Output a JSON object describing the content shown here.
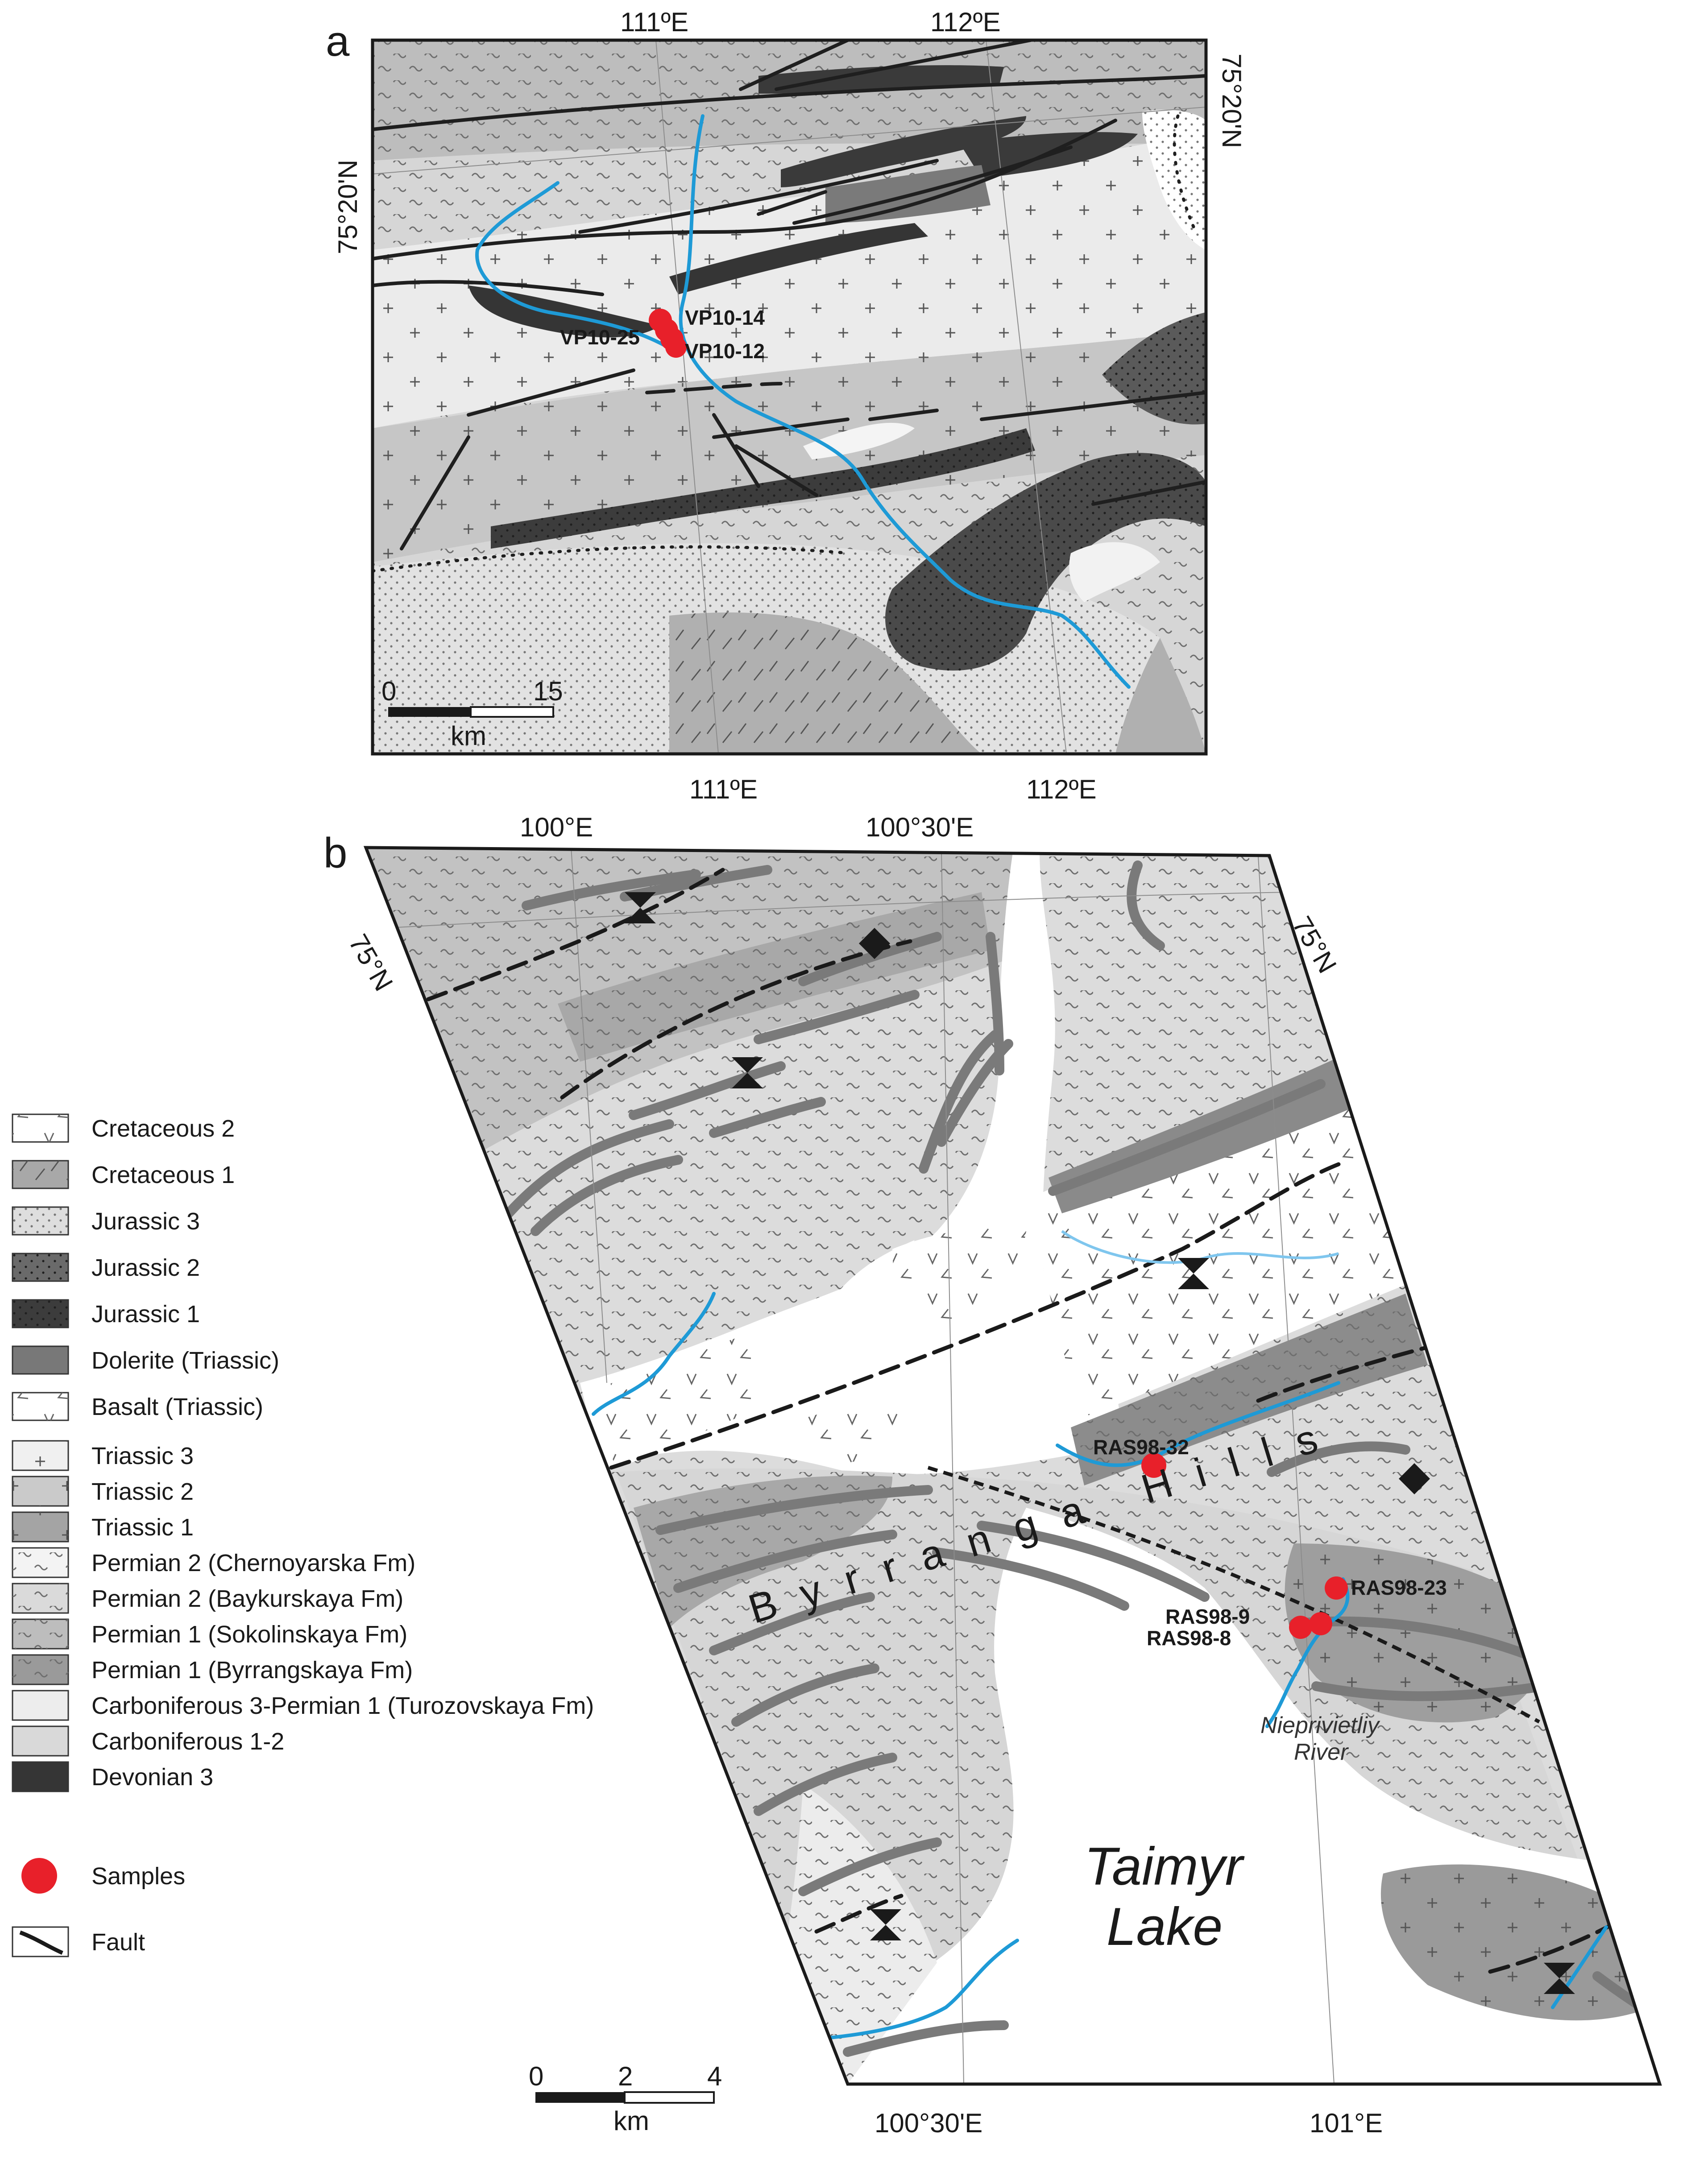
{
  "panel_a": {
    "letter": "a",
    "top_ticks": [
      "111ºE",
      "112ºE"
    ],
    "bottom_ticks": [
      "111ºE",
      "112ºE"
    ],
    "left_lat": "75°20'N",
    "right_lat": "75°20'N",
    "samples": [
      "VP10-14",
      "VP10-25",
      "VP10-12"
    ],
    "scale": {
      "zero": "0",
      "max": "15",
      "unit": "km"
    }
  },
  "panel_b": {
    "letter": "b",
    "top_ticks": [
      "100°E",
      "100°30'E"
    ],
    "bottom_ticks": [
      "100°30'E",
      "101°E"
    ],
    "left_lat": "75°N",
    "right_lat": "75°N",
    "samples": [
      "RAS98-32",
      "RAS98-23",
      "RAS98-9",
      "RAS98-8"
    ],
    "hills_label": "Byrranga Hills",
    "river_label_1": "Nieprivietliy",
    "river_label_2": "River",
    "lake_label_1": "Taimyr",
    "lake_label_2": "Lake",
    "scale": {
      "zero": "0",
      "mid": "2",
      "max": "4",
      "unit": "km"
    }
  },
  "legend": {
    "items": [
      {
        "label": "Cretaceous 2",
        "fill": "#ffffff",
        "pattern": "vees"
      },
      {
        "label": "Cretaceous 1",
        "fill": "#a8a8a8",
        "pattern": "slash"
      },
      {
        "label": "Jurassic 3",
        "fill": "#dedede",
        "pattern": "dots"
      },
      {
        "label": "Jurassic 2",
        "fill": "#6a6a6a",
        "pattern": "dots-dark"
      },
      {
        "label": "Jurassic 1",
        "fill": "#3c3c3c",
        "pattern": "dots-dark"
      },
      {
        "label": "Dolerite (Triassic)",
        "fill": "#787878",
        "pattern": "none"
      },
      {
        "label": "Basalt (Triassic)",
        "fill": "#ffffff",
        "pattern": "vees"
      },
      {
        "label": "Triassic 3",
        "fill": "#f0f0f0",
        "pattern": "plus"
      },
      {
        "label": "Triassic 2",
        "fill": "#cacaca",
        "pattern": "plus"
      },
      {
        "label": "Triassic 1",
        "fill": "#a4a4a4",
        "pattern": "plus"
      },
      {
        "label": "Permian 2 (Chernoyarska Fm)",
        "fill": "#f3f3f3",
        "pattern": "wave"
      },
      {
        "label": "Permian 2 (Baykurskaya Fm)",
        "fill": "#dadada",
        "pattern": "wave"
      },
      {
        "label": "Permian 1 (Sokolinskaya Fm)",
        "fill": "#bdbdbd",
        "pattern": "wave"
      },
      {
        "label": "Permian 1 (Byrrangskaya Fm)",
        "fill": "#9a9a9a",
        "pattern": "wave"
      },
      {
        "label": "Carboniferous 3-Permian 1 (Turozovskaya Fm)",
        "fill": "#ededed",
        "pattern": "none"
      },
      {
        "label": "Carboniferous 1-2",
        "fill": "#d9d9d9",
        "pattern": "none"
      },
      {
        "label": "Devonian 3",
        "fill": "#353535",
        "pattern": "none"
      }
    ],
    "samples_label": "Samples",
    "fault_label": "Fault"
  },
  "colors": {
    "sample": "#e8202a",
    "river": "#1e9ad6",
    "frame": "#1a1a1a"
  }
}
